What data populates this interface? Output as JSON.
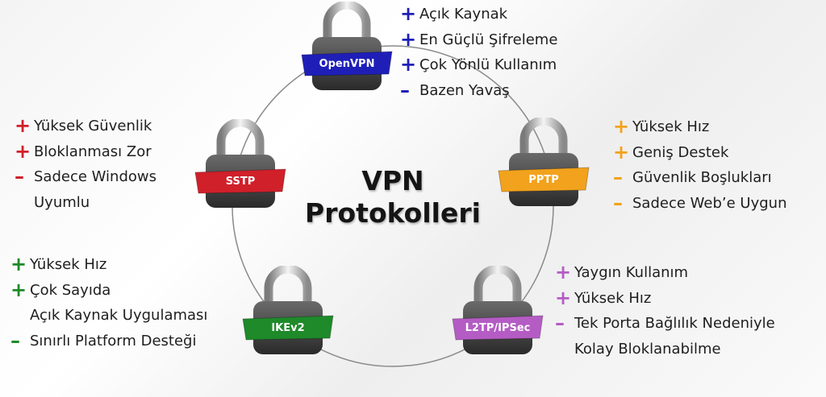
{
  "title": {
    "line1": "VPN",
    "line2": "Protokolleri"
  },
  "protocols": [
    {
      "name": "OpenVPN",
      "color": "#1f1fb8",
      "items": [
        {
          "sign": "+",
          "text": "Açık Kaynak"
        },
        {
          "sign": "+",
          "text": "En Güçlü Şifreleme"
        },
        {
          "sign": "+",
          "text": "Çok Yönlü Kullanım"
        },
        {
          "sign": "–",
          "text": "Bazen Yavaş"
        }
      ]
    },
    {
      "name": "SSTP",
      "color": "#d0202a",
      "items": [
        {
          "sign": "+",
          "text": "Yüksek Güvenlik"
        },
        {
          "sign": "+",
          "text": "Bloklanması Zor"
        },
        {
          "sign": "–",
          "text": "Sadece Windows"
        },
        {
          "sign": "",
          "text": "Uyumlu"
        }
      ]
    },
    {
      "name": "PPTP",
      "color": "#f2a21c",
      "items": [
        {
          "sign": "+",
          "text": "Yüksek Hız"
        },
        {
          "sign": "+",
          "text": "Geniş Destek"
        },
        {
          "sign": "–",
          "text": "Güvenlik Boşlukları"
        },
        {
          "sign": "–",
          "text": "Sadece Web’e Uygun"
        }
      ]
    },
    {
      "name": "IKEv2",
      "color": "#1e8a2a",
      "items": [
        {
          "sign": "+",
          "text": "Yüksek Hız"
        },
        {
          "sign": "+",
          "text": "Çok Sayıda"
        },
        {
          "sign": "",
          "text": "Açık Kaynak Uygulaması"
        },
        {
          "sign": "–",
          "text": "Sınırlı Platform Desteği"
        }
      ]
    },
    {
      "name": "L2TP/IPSec",
      "color": "#b45cc4",
      "items": [
        {
          "sign": "+",
          "text": "Yaygın Kullanım"
        },
        {
          "sign": "+",
          "text": "Yüksek Hız"
        },
        {
          "sign": "–",
          "text": "Tek Porta Bağlılık Nedeniyle"
        },
        {
          "sign": "",
          "text": "Kolay Bloklanabilme"
        }
      ]
    }
  ]
}
